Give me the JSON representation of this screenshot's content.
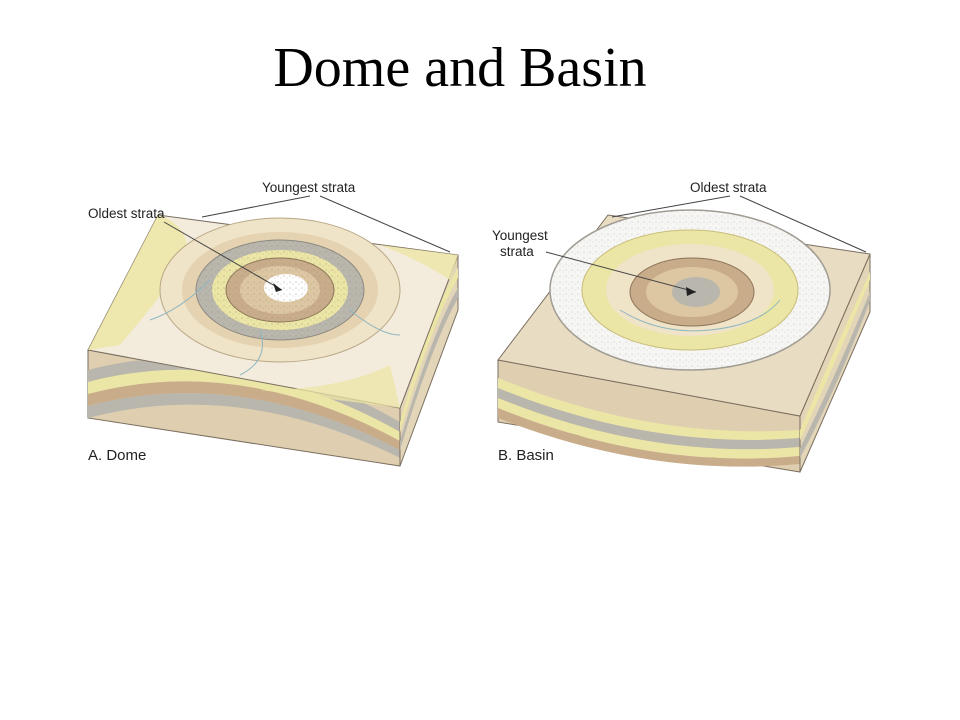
{
  "title": "Dome and Basin",
  "dome": {
    "caption": "A. Dome",
    "label_youngest": "Youngest strata",
    "label_oldest": "Oldest strata"
  },
  "basin": {
    "caption": "B. Basin",
    "label_oldest": "Oldest strata",
    "label_youngest_line1": "Youngest",
    "label_youngest_line2": "strata"
  },
  "colors": {
    "pale_cream": "#f3ecdc",
    "tan": "#ddc7a2",
    "light_yellow": "#ece6a6",
    "gray": "#b9b6ad",
    "brown_tan": "#c9ad8a",
    "white_rim": "#f6f6f4"
  }
}
